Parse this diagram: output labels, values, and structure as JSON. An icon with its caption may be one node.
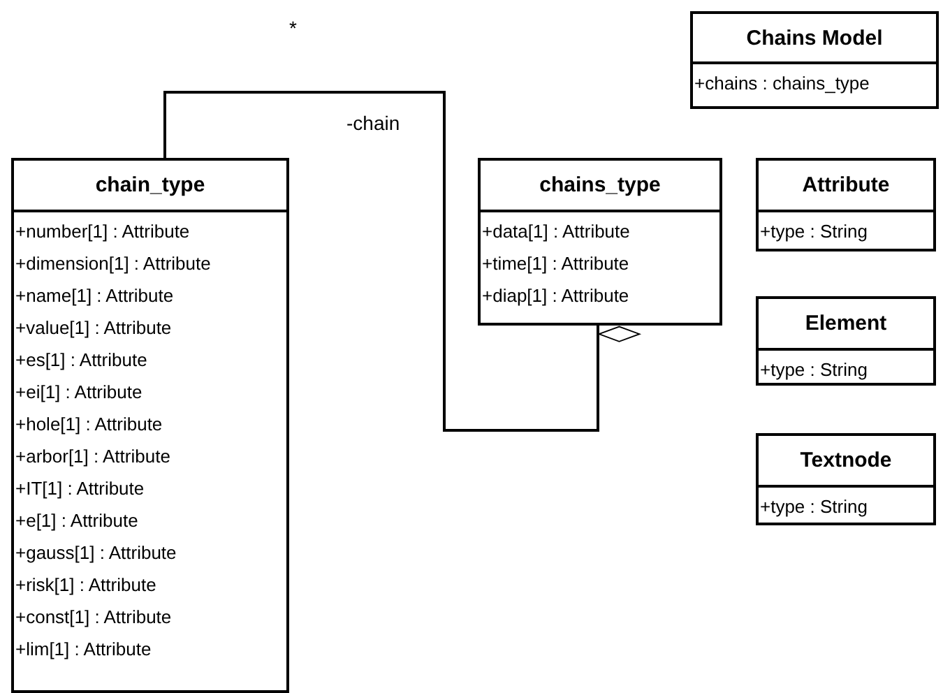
{
  "diagram": {
    "nodes": [
      {
        "text": [
          "Chains Model",
          "+chains : chains_type"
        ]
      },
      {
        "text": [
          "chain_type",
          "+number[1] : Attribute",
          "+dimension[1] : Attribute",
          "+name[1] : Attribute",
          "+value[1] : Attribute",
          "+es[1] : Attribute",
          "+ei[1] : Attribute",
          "+hole[1] : Attribute",
          "+arbor[1] : Attribute",
          "+IT[1] : Attribute",
          "+e[1] : Attribute",
          "+gauss[1] : Attribute",
          "+risk[1] : Attribute",
          "+const[1] : Attribute",
          "+lim[1] : Attribute"
        ]
      },
      {
        "text": [
          "chains_type",
          "+data[1] : Attribute",
          "+time[1] : Attribute",
          "+diap[1] : Attribute"
        ]
      },
      {
        "text": [
          "Attribute",
          "+type : String"
        ]
      },
      {
        "text": [
          "Element",
          "+type : String"
        ]
      },
      {
        "text": [
          "Textnode",
          "+type : String"
        ]
      }
    ],
    "edges": [
      {
        "from": 2,
        "to": 1,
        "arrow": "other",
        "label": "-chain"
      }
    ],
    "labels": [
      "*"
    ]
  }
}
